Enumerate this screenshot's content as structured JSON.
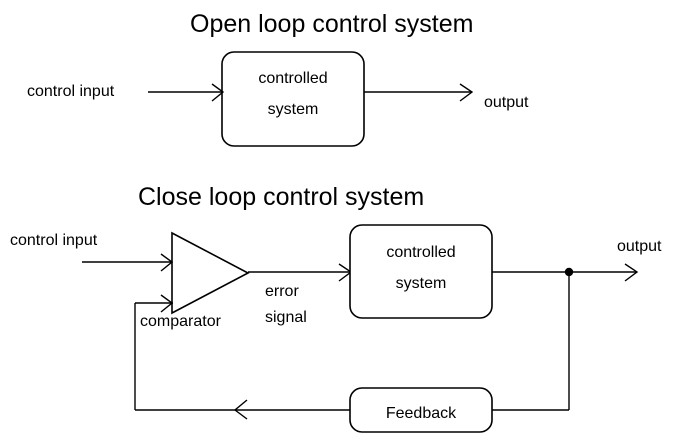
{
  "diagram": {
    "type": "block-diagram",
    "background_color": "#ffffff",
    "stroke_color": "#000000",
    "sections": [
      {
        "id": "open-loop",
        "title": "Open loop control system",
        "blocks": [
          {
            "id": "controlled-system-open",
            "label_line1": "controlled",
            "label_line2": "system",
            "shape": "rounded-rect"
          }
        ],
        "labels": [
          {
            "id": "input",
            "text": "control input"
          },
          {
            "id": "output",
            "text": "output"
          }
        ],
        "signals": [
          {
            "from": "control input",
            "to": "controlled system",
            "arrow": true
          },
          {
            "from": "controlled system",
            "to": "output",
            "arrow": true
          }
        ]
      },
      {
        "id": "closed-loop",
        "title": "Close loop control system",
        "blocks": [
          {
            "id": "comparator",
            "label": "comparator",
            "shape": "triangle"
          },
          {
            "id": "controlled-system-closed",
            "label_line1": "controlled",
            "label_line2": "system",
            "shape": "rounded-rect"
          },
          {
            "id": "feedback",
            "label": "Feedback",
            "shape": "rounded-rect"
          }
        ],
        "labels": [
          {
            "id": "input",
            "text": "control input"
          },
          {
            "id": "error-line1",
            "text": "error"
          },
          {
            "id": "error-line2",
            "text": "signal"
          },
          {
            "id": "output",
            "text": "output"
          }
        ],
        "signals": [
          {
            "from": "control input",
            "to": "comparator",
            "arrow": true
          },
          {
            "from": "comparator",
            "to": "controlled system",
            "arrow": true,
            "label": "error signal"
          },
          {
            "from": "controlled system",
            "to": "output",
            "arrow": true,
            "junction": true
          },
          {
            "from": "junction",
            "to": "feedback",
            "arrow": false
          },
          {
            "from": "feedback",
            "to": "comparator",
            "arrow": true
          }
        ]
      }
    ]
  }
}
